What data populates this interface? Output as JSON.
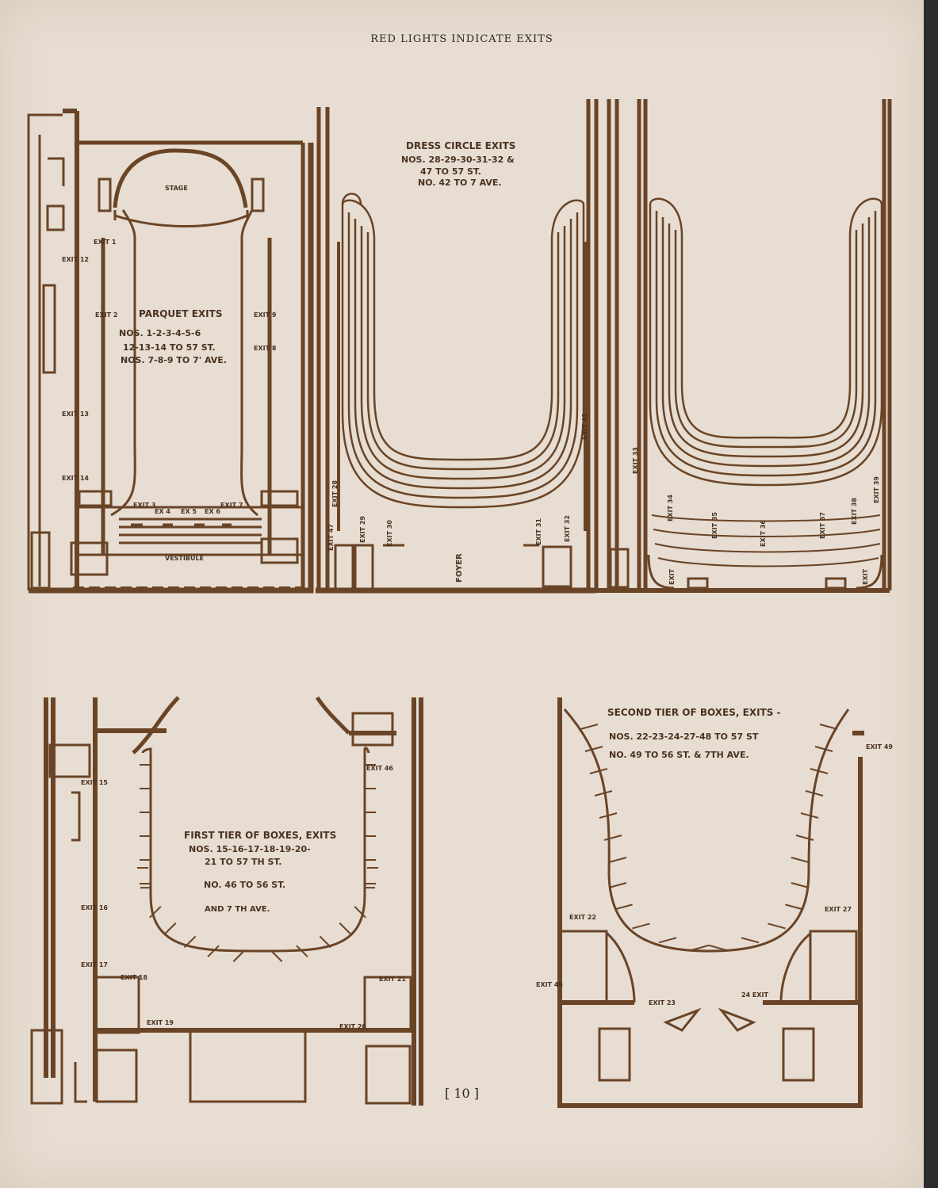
{
  "header": "RED LIGHTS INDICATE EXITS",
  "page_number": "[ 10 ]",
  "parquet": {
    "stage": "STAGE",
    "vestibule": "VESTIBULE",
    "title": "PARQUET EXITS",
    "line1": "NOS. 1-2-3-4-5-6",
    "line2": "12-13-14 TO 57 ST.",
    "line3": "NOS. 7-8-9 TO 7' AVE.",
    "exits": [
      "EXIT 1",
      "EXIT 2",
      "EXIT 9",
      "EXIT 8",
      "EXIT 12",
      "EXIT 13",
      "EXIT 14",
      "EXIT 3",
      "EX 4",
      "EX 5",
      "EX 6",
      "EXIT 7"
    ]
  },
  "dress_circle": {
    "title": "DRESS CIRCLE EXITS",
    "line1": "NOS. 28-29-30-31-32 &",
    "line2": "47 TO 57 ST.",
    "line3": "NO. 42 TO 7 AVE.",
    "foyer": "FOYER",
    "exits": [
      "EXIT 28",
      "EXIT 29",
      "EXIT 30",
      "EXIT 31",
      "EXIT 32",
      "EXIT 42",
      "EXIT 47"
    ]
  },
  "balcony": {
    "exits": [
      "EXIT 33",
      "EXIT 34",
      "EXIT 35",
      "EXIT 36",
      "EXIT 37",
      "EXIT 38",
      "EXIT 39",
      "EXIT",
      "EXIT"
    ]
  },
  "first_tier": {
    "title": "FIRST TIER OF BOXES, EXITS",
    "line1": "NOS. 15-16-17-18-19-20-",
    "line2": "21 TO 57 TH ST.",
    "line3": "NO. 46 TO 56 ST.",
    "line4": "AND 7 TH AVE.",
    "exits": [
      "EXIT 15",
      "EXIT 16",
      "EXIT 17",
      "EXIT 18",
      "EXIT 19",
      "EXIT 20",
      "EXIT 21",
      "EXIT 46"
    ]
  },
  "second_tier": {
    "title": "SECOND TIER OF BOXES, EXITS -",
    "line1": "NOS. 22-23-24-27-48 TO 57 ST",
    "line2": "NO. 49 TO 56 ST. & 7TH AVE.",
    "exits": [
      "EXIT 22",
      "EXIT 27",
      "EXIT 48",
      "EXIT 49",
      "EXIT 23",
      "24 EXIT"
    ]
  },
  "colors": {
    "ink": "#6a4426",
    "paper": "#e7ddd2"
  }
}
